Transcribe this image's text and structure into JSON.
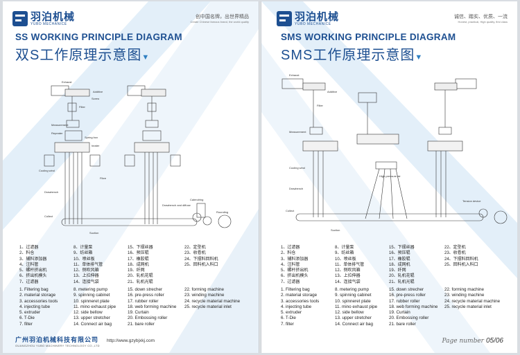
{
  "brand": {
    "cn": "羽泊机械",
    "en": "YUBO MECHANICE",
    "reg": "®"
  },
  "left": {
    "tagline_cn": "创中国名牌，出世界精品",
    "tagline_en": "Create Chinese famous brand, the world quality",
    "title_en": "SS WORKING PRINCIPLE DIAGRAM",
    "title_cn": "双S工作原理示意图"
  },
  "right": {
    "tagline_cn": "诚信、踏实、优质、一流",
    "tagline_en": "Honest, practical, High quality, first class",
    "title_en": "SMS WORKING PRINCIPLE DIAGRAM",
    "title_cn": "SMS工作原理示意图"
  },
  "diagram_labels": {
    "exhaust": "Exhaust",
    "additive": "Additive",
    "screw": "Screw",
    "filter": "Filter",
    "measurement": "Measurement",
    "repeater": "Repeater",
    "spring_box": "Spring box",
    "heater": "heater",
    "cooling_wind": "Cooling wind",
    "fibre": "Fibre",
    "drawbench": "Drawbench",
    "drawbench_diffuse": "Drawbench and diffuse",
    "collect": "Collect",
    "suction": "Suction",
    "calendring": "Calendring",
    "tension_device": "Tension device",
    "rounding": "Rounding",
    "high_pressure_air": "High-pressure air"
  },
  "legend_cn": [
    [
      "1、过滤器",
      "8、计量泵",
      "15、下摆丝器",
      "22、定型机"
    ],
    [
      "2、料仓",
      "9、纺丝箱",
      "16、预压辊",
      "23、收卷机"
    ],
    [
      "3、辅料添加器",
      "10、喷丝板",
      "17、橡胶辊",
      "24、下摆料回料机"
    ],
    [
      "4、注料管",
      "11、单体排气管",
      "18、成网机",
      "25、回料机入料口"
    ],
    [
      "5、螺杆挤出机",
      "12、侧吹风箱",
      "19、纤网",
      ""
    ],
    [
      "6、挤出机模头",
      "13、上拉伸器",
      "20、轧机花辊",
      ""
    ],
    [
      "7、过滤器",
      "14、连接气袋",
      "21、轧机光辊",
      ""
    ]
  ],
  "legend_en": [
    [
      "1. Filtering bag",
      "8. metering pump",
      "15. down strecher",
      "22. forming machine"
    ],
    [
      "2. material storage",
      "9. spinning cabinet",
      "16. pre-press roller",
      "23. winding machine"
    ],
    [
      "3. accessories tools",
      "10. spinneret plate",
      "17. rubber roller",
      "24. recycle material machine"
    ],
    [
      "4. injecting tube",
      "11. mino exhaust pipe",
      "18. web forming machine",
      "25. recycle material inlet"
    ],
    [
      "5. extruder",
      "12. side bellow",
      "19. Curtain",
      ""
    ],
    [
      "6. T-Die",
      "13. upper stretcher",
      "20. Embossing roller",
      ""
    ],
    [
      "7. filter",
      "14. Connect air bag",
      "21. bare roller",
      ""
    ]
  ],
  "footer": {
    "company_cn": "广州羽泊机械科技有限公司",
    "company_en": "GUANGZHOU YUBO MACHINERY TECHNOLOGY CO.,LTD",
    "url": "http://www.gzybjxkj.com",
    "page_label": "Page number",
    "page_number": "05/06"
  },
  "colors": {
    "brand_blue": "#1d4f91",
    "accent_blue": "#2f7fc1",
    "deco_blue": "#cfe3f3"
  }
}
